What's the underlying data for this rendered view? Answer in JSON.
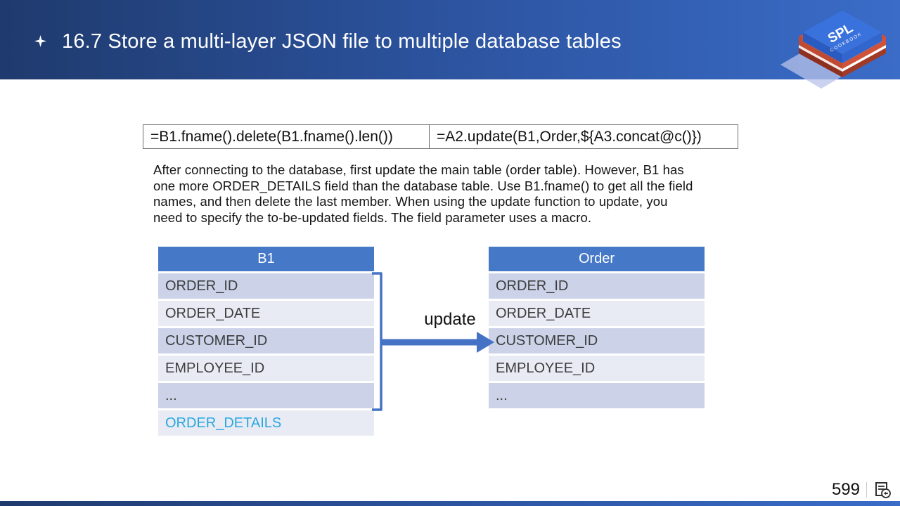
{
  "header": {
    "title": "16.7 Store a multi-layer JSON file to multiple database tables"
  },
  "logo": {
    "title": "SPL",
    "subtitle": "COOKBOOK"
  },
  "code": {
    "cells": [
      "=B1.fname().delete(B1.fname().len())",
      "=A2.update(B1,Order,${A3.concat@c()})"
    ]
  },
  "description": {
    "lines": [
      "After connecting to the database, first update the main table (order table). However, B1 has",
      "one more ORDER_DETAILS field than the database table. Use B1.fname() to get all the field",
      "names, and then delete the last member. When using the update function to update, you",
      "need to specify the to-be-updated fields. The field parameter uses a macro."
    ]
  },
  "diagram": {
    "arrow_label": "update",
    "left_table": {
      "title": "B1",
      "rows": [
        "ORDER_ID",
        "ORDER_DATE",
        "CUSTOMER_ID",
        "EMPLOYEE_ID",
        "...",
        "ORDER_DETAILS"
      ]
    },
    "right_table": {
      "title": "Order",
      "rows": [
        "ORDER_ID",
        "ORDER_DATE",
        "CUSTOMER_ID",
        "EMPLOYEE_ID",
        "..."
      ]
    }
  },
  "footer": {
    "page_number": "599"
  },
  "colors": {
    "accent": "#4472c4",
    "table_header": "#4678c8",
    "row_dark": "#ccd3e9",
    "row_light": "#e9ebf4",
    "highlight": "#28a7e0",
    "bar_start": "#1f3a6d",
    "bar_end": "#3a6cc8"
  }
}
